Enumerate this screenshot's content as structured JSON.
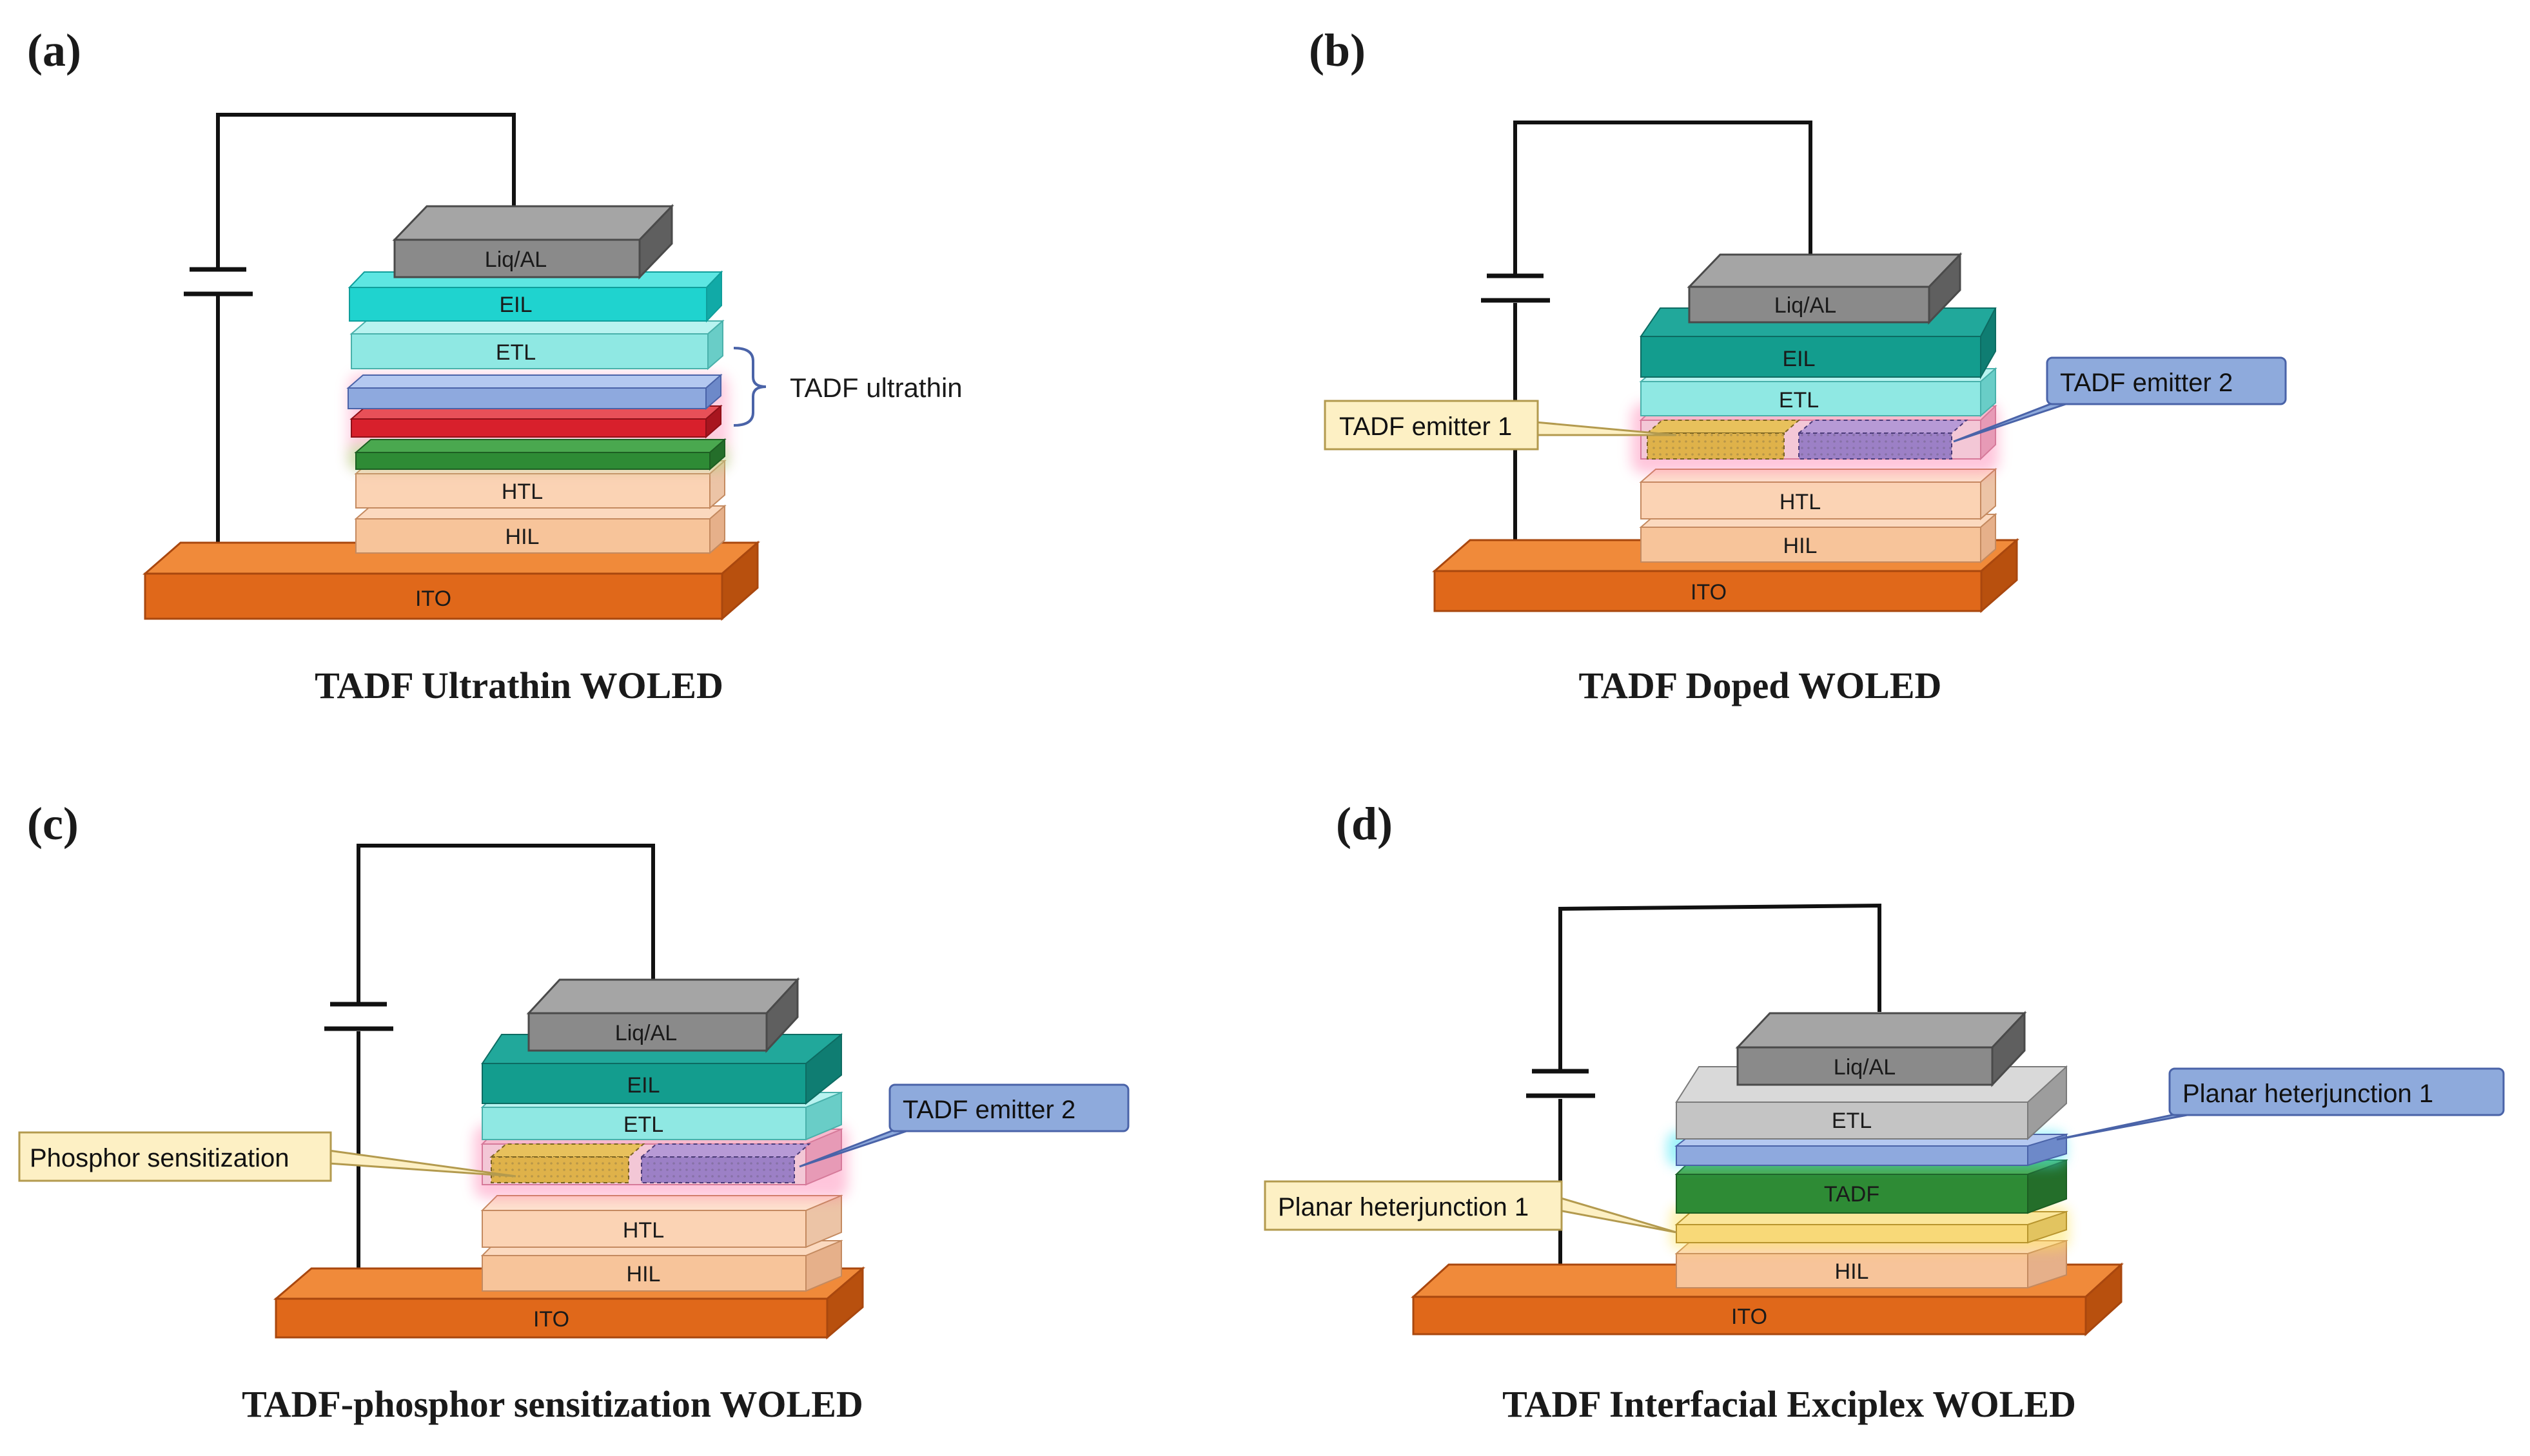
{
  "panels": [
    {
      "label": "(a)",
      "caption": "TADF Ultrathin WOLED",
      "layers": {
        "cathode": "Liq/AL",
        "eil": "EIL",
        "etl": "ETL",
        "htl": "HTL",
        "hil": "HIL",
        "substrate": "ITO"
      },
      "annotation": "TADF ultrathin"
    },
    {
      "label": "(b)",
      "caption": "TADF Doped WOLED",
      "layers": {
        "cathode": "Liq/AL",
        "eil": "EIL",
        "etl": "ETL",
        "htl": "HTL",
        "hil": "HIL",
        "substrate": "ITO"
      },
      "callout_left": "TADF emitter 1",
      "callout_right": "TADF emitter 2"
    },
    {
      "label": "(c)",
      "caption": "TADF-phosphor sensitization WOLED",
      "layers": {
        "cathode": "Liq/AL",
        "eil": "EIL",
        "etl": "ETL",
        "htl": "HTL",
        "hil": "HIL",
        "substrate": "ITO"
      },
      "callout_left": "Phosphor sensitization",
      "callout_right": "TADF emitter 2"
    },
    {
      "label": "(d)",
      "caption": "TADF Interfacial Exciplex WOLED",
      "layers": {
        "cathode": "Liq/AL",
        "etl": "ETL",
        "emitter": "TADF",
        "hil": "HIL",
        "substrate": "ITO"
      },
      "callout_left": "Planar heterjunction 1",
      "callout_right": "Planar heterjunction 1"
    }
  ],
  "colors": {
    "substrate": "#e0681a",
    "hil": "#f7c49a",
    "htl": "#fbd3b4",
    "etl": "#8fe8e3",
    "eil_a": "#1fd3cf",
    "eil_teal": "#139d8e",
    "cathode": "#8a8a8a",
    "emit_blue": "#8ea9de",
    "emit_red": "#d8202c",
    "emit_green": "#2e8b35",
    "callout_blue": "#8eaadc",
    "callout_yellow": "#fdf0c4"
  }
}
